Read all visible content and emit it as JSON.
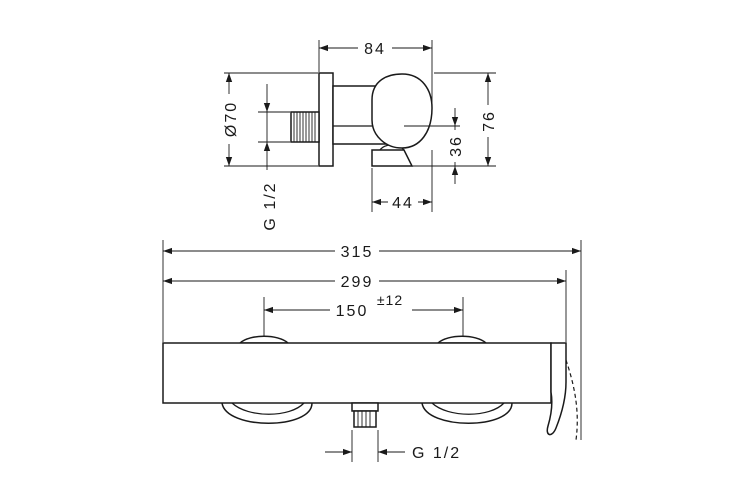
{
  "top_view": {
    "width_84": "84",
    "diameter_70": "Ø70",
    "height_76": "76",
    "dim_36": "36",
    "dim_44": "44",
    "thread_g12": "G 1/2"
  },
  "front_view": {
    "length_315": "315",
    "length_299": "299",
    "spacing_150": "150",
    "tolerance": "±12",
    "thread_g12": "G 1/2"
  }
}
